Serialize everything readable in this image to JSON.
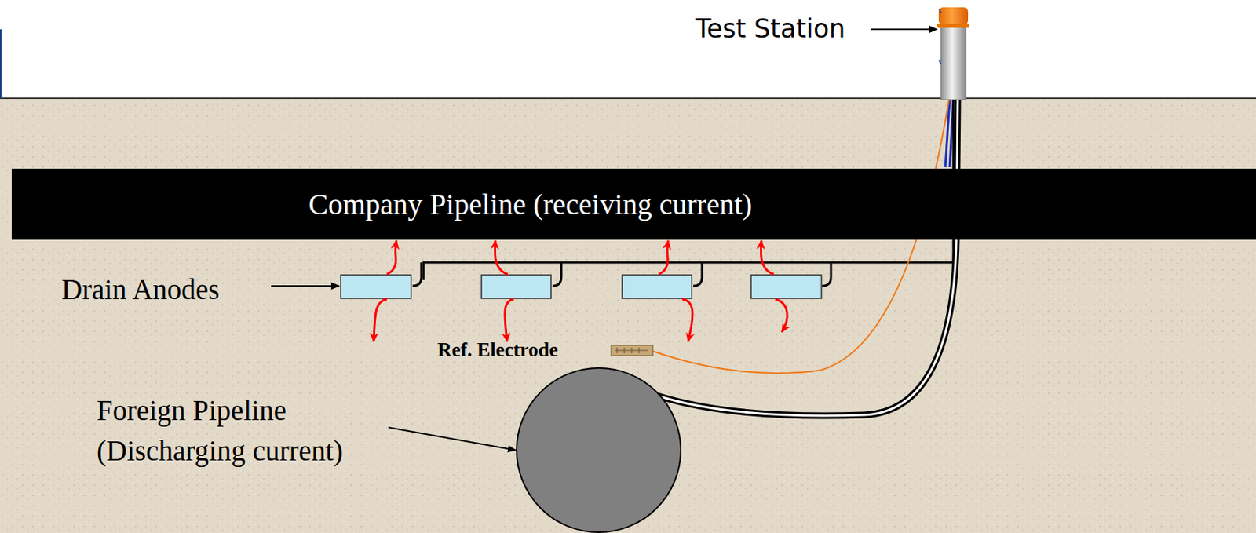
{
  "diagram": {
    "nodes": [
      {
        "text": [
          "Company Pipeline (receiving current)"
        ]
      }
    ],
    "labels": [
      "Test Station",
      "Drain Anodes",
      "Ref. Electrode",
      "Foreign Pipeline (Discharging current)"
    ]
  }
}
